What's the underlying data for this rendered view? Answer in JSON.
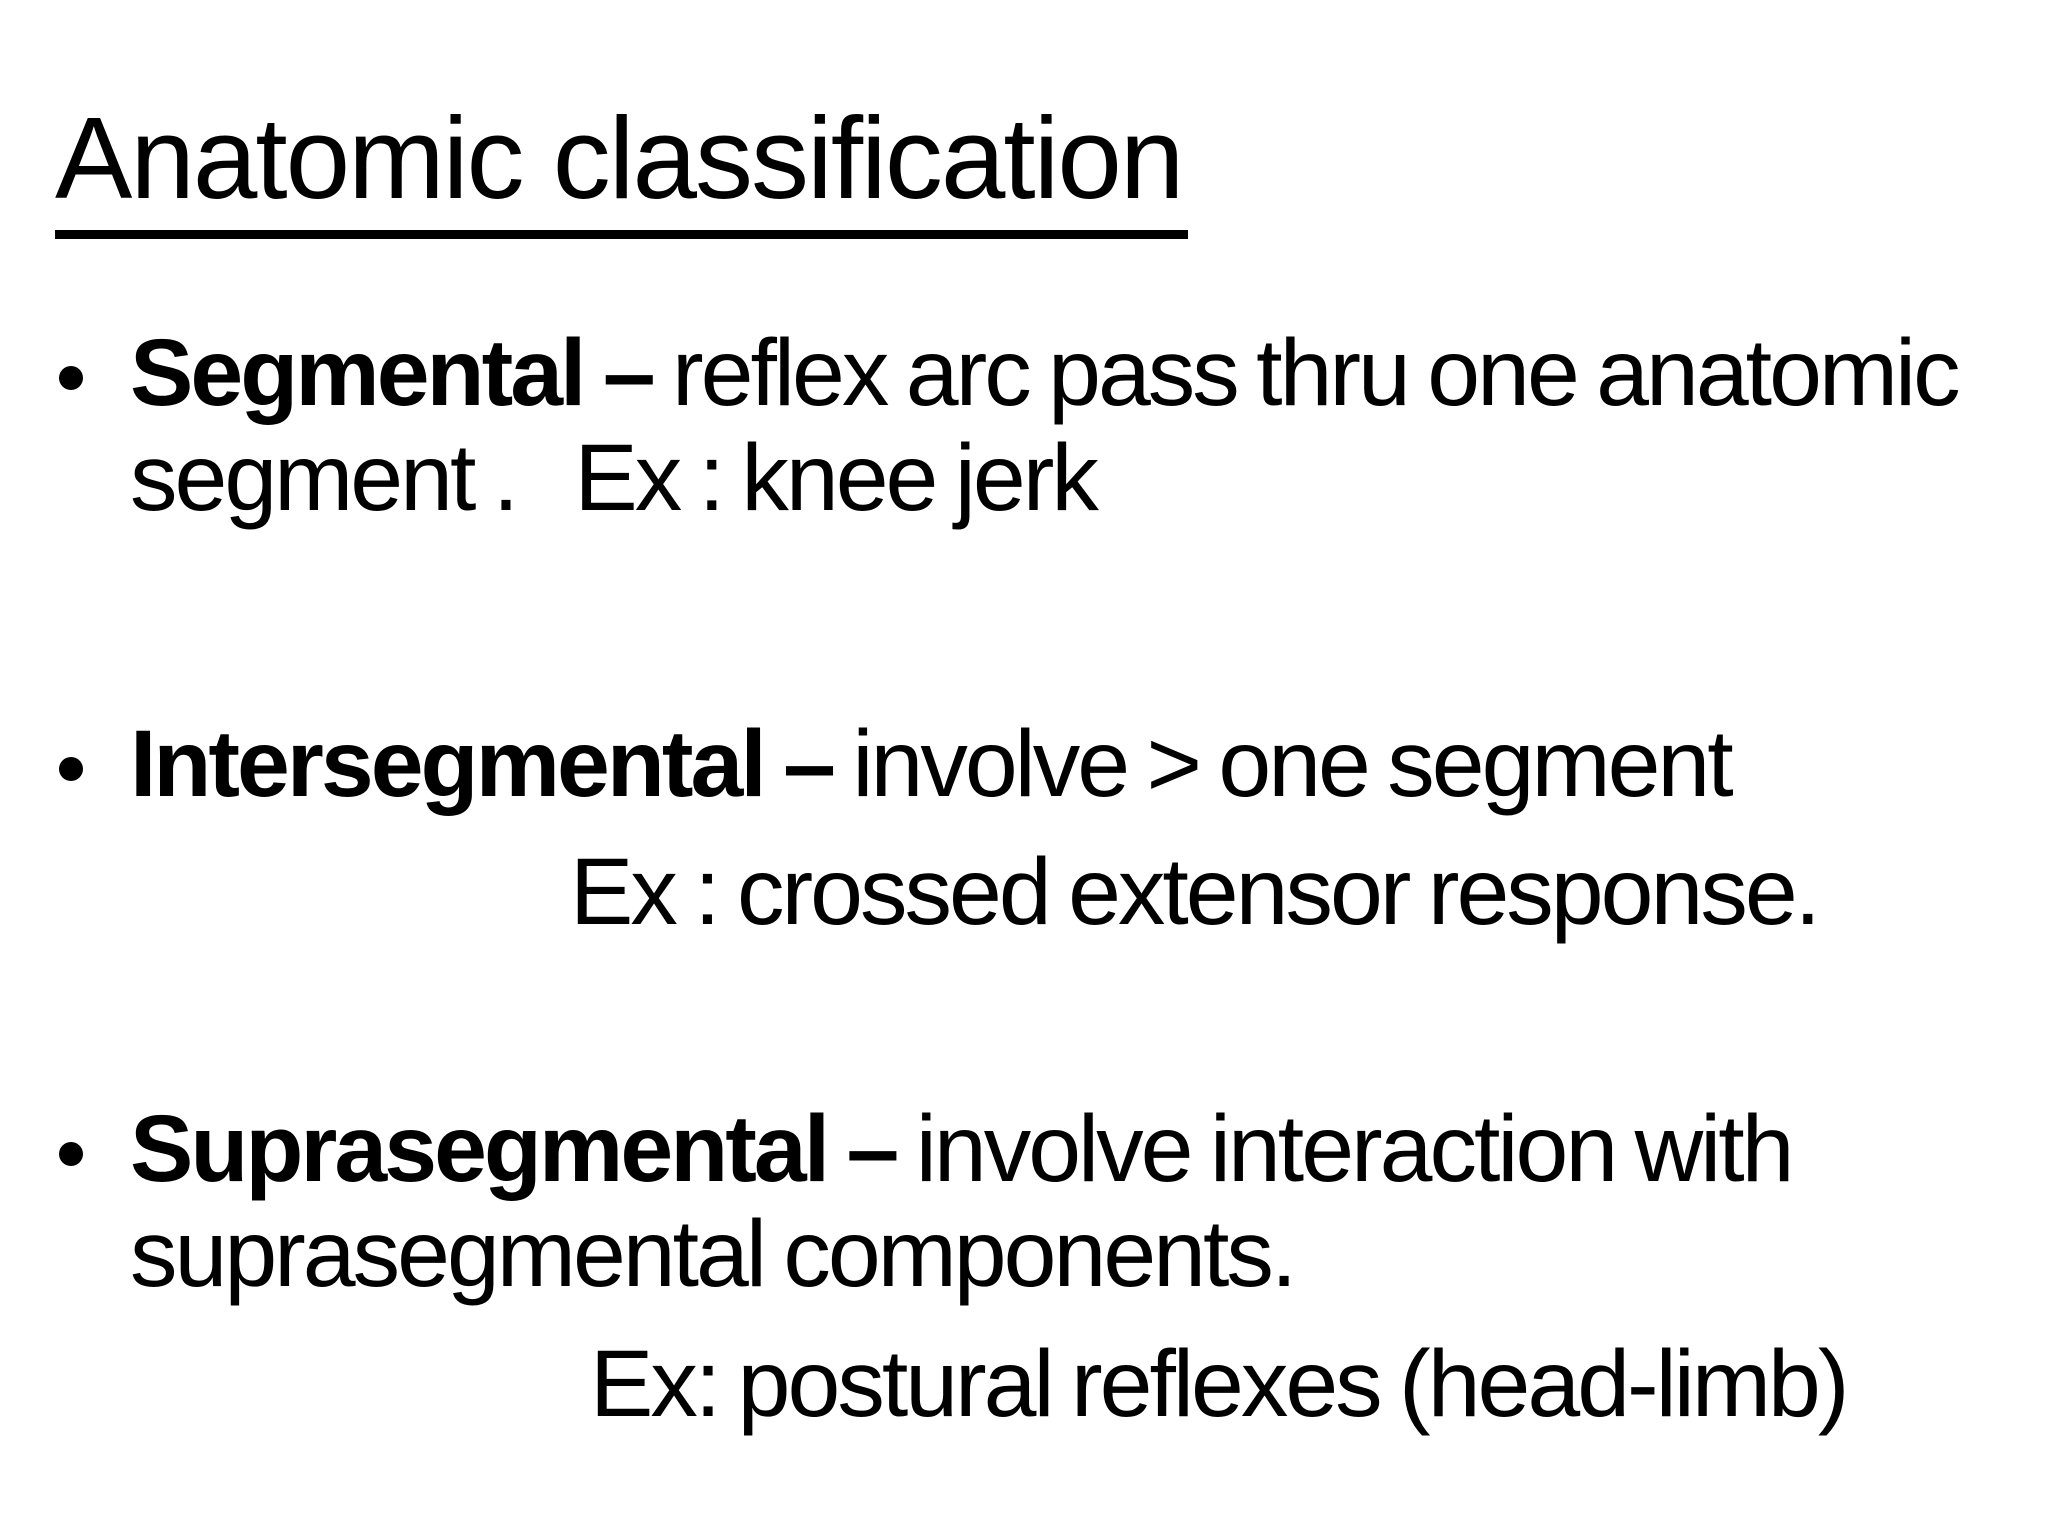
{
  "slide": {
    "title": "Anatomic classification",
    "background_color": "#ffffff",
    "text_color": "#000000",
    "bullets": [
      {
        "marker": "•",
        "term": "Segmental –",
        "rest": " reflex arc pass thru one anatomic",
        "continuation": "segment .   Ex : knee jerk"
      },
      {
        "marker": "•",
        "term": "Intersegmental –",
        "rest": " involve > one segment",
        "example": "Ex : crossed extensor response."
      },
      {
        "marker": "•",
        "term": "Suprasegmental –",
        "rest": " involve interaction with",
        "continuation": "suprasegmental components.",
        "example": "Ex: postural reflexes (head-limb)"
      }
    ]
  }
}
